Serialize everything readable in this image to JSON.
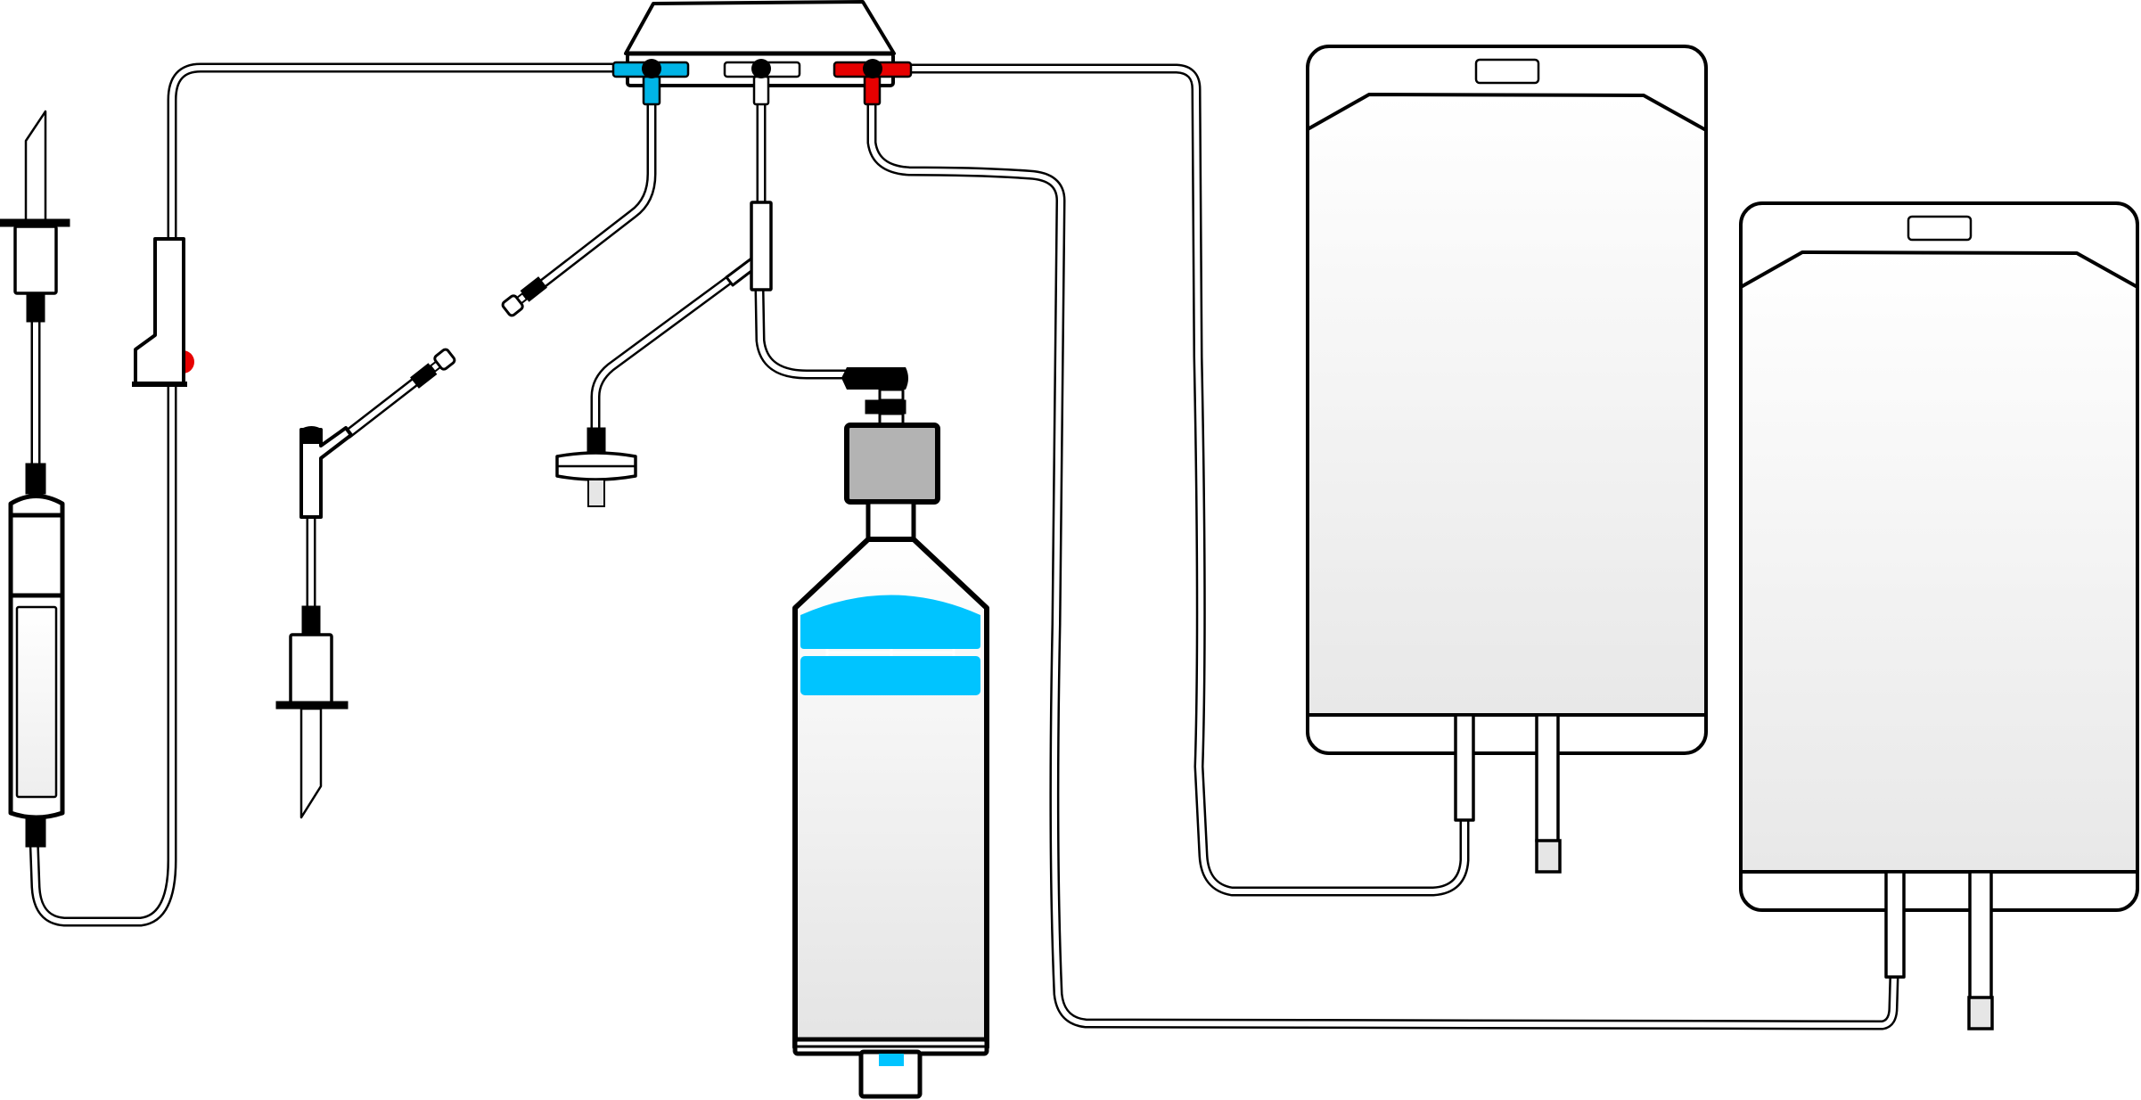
{
  "diagram": {
    "colors": {
      "line": "#000000",
      "background": "#ffffff",
      "fluid": "#00c4ff",
      "port_blue": "#00b4e6",
      "port_red": "#e60000",
      "filter_gray": "#b3b3b3",
      "bag_gradient_top": "#ffffff",
      "bag_gradient_bottom": "#e8e8e8"
    },
    "components": [
      "spike-connector-left",
      "drip-chamber",
      "roller-clamp",
      "y-injection-site",
      "spike-connector-middle",
      "luer-lock-connector-1",
      "luer-lock-connector-2",
      "manifold-stopcock",
      "stopcock-blue",
      "stopcock-white",
      "stopcock-red",
      "syringe-filter",
      "pressure-regulator",
      "fluid-bottle",
      "collection-bag-1",
      "collection-bag-2"
    ]
  }
}
